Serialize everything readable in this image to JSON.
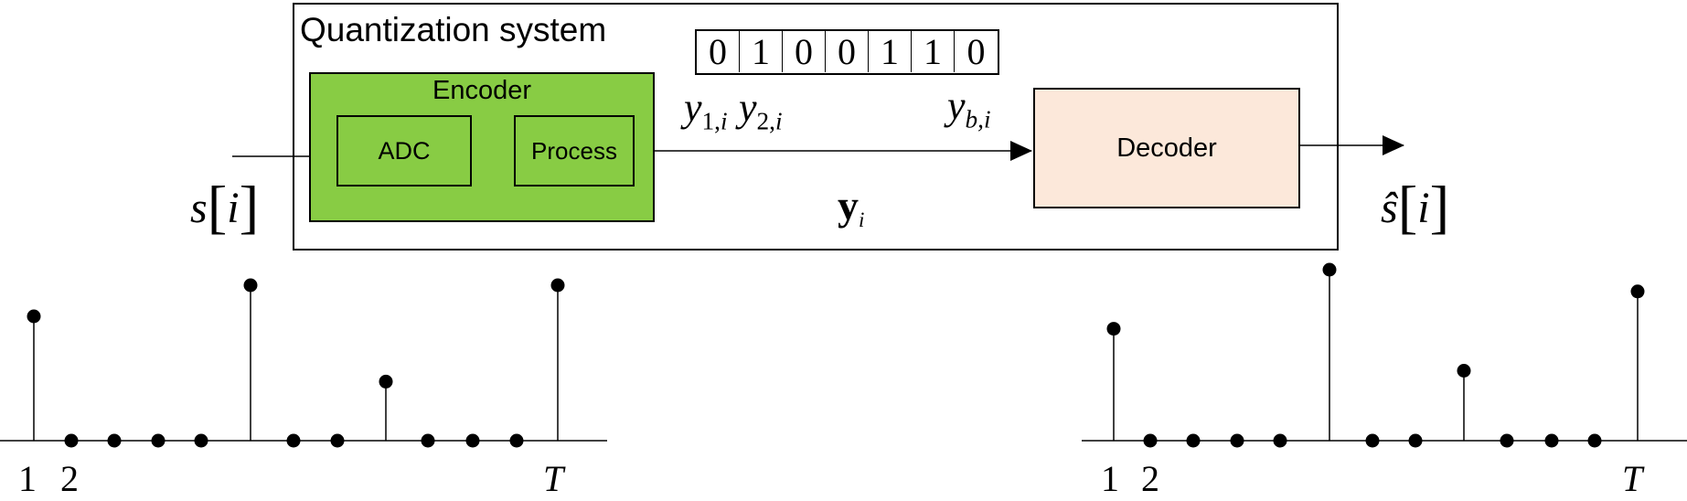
{
  "system": {
    "title": "Quantization system",
    "encoder_label": "Encoder",
    "adc_label": "ADC",
    "process_label": "Process",
    "decoder_label": "Decoder"
  },
  "bits": [
    "0",
    "1",
    "0",
    "0",
    "1",
    "1",
    "0"
  ],
  "labels": {
    "y": "y",
    "sub_1": "1,",
    "sub_2": "2,",
    "sub_b": "b,",
    "sub_i": "i",
    "vec_y": "y",
    "s": "s",
    "s_hat": "ŝ",
    "bracket_open": "[",
    "bracket_close": "]"
  },
  "input_signal": {
    "values": [
      0.8,
      0,
      0,
      0,
      0,
      1.0,
      0,
      0,
      0.38,
      0,
      0,
      0,
      1.0
    ],
    "tick_labels": [
      "1",
      "2",
      "T"
    ]
  },
  "output_signal": {
    "values": [
      0.72,
      0,
      0,
      0,
      0,
      1.1,
      0,
      0,
      0.45,
      0,
      0,
      0,
      0.96
    ],
    "tick_labels": [
      "1",
      "2",
      "T"
    ]
  }
}
